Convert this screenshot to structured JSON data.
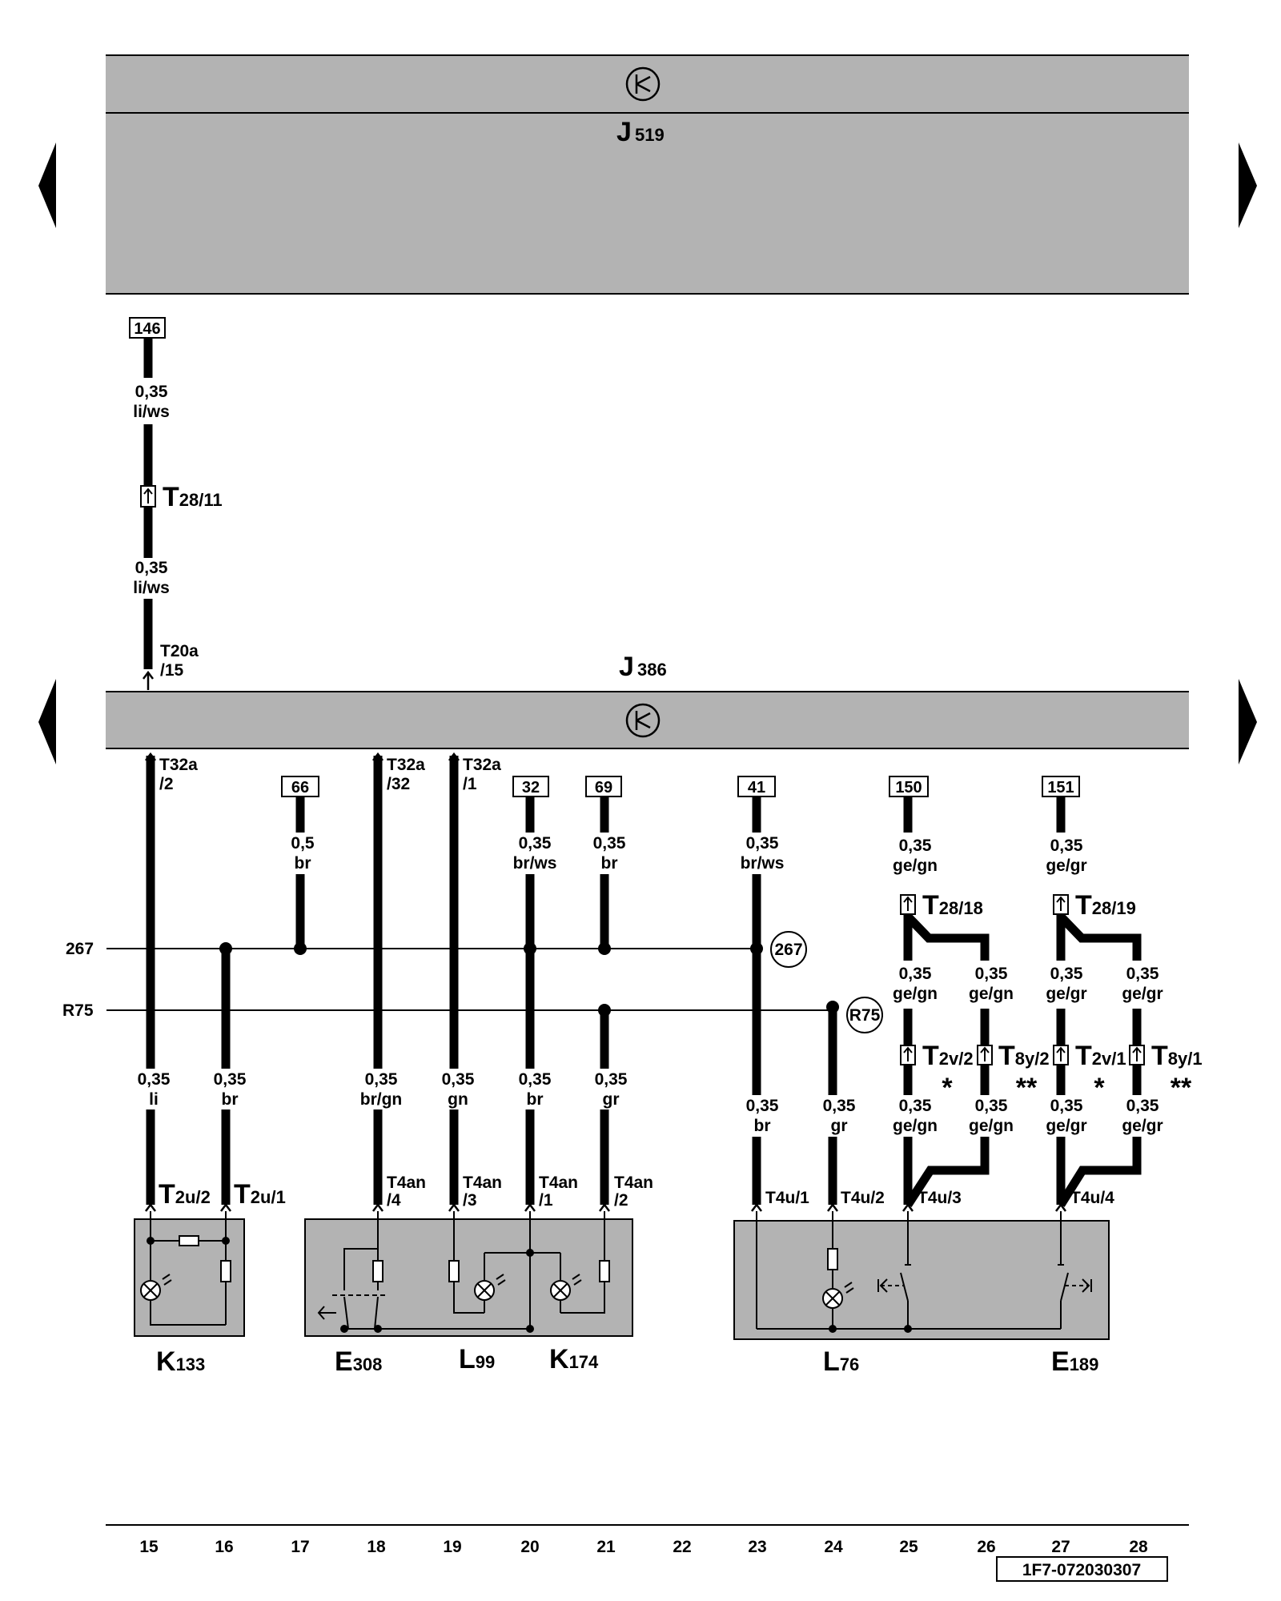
{
  "modules": {
    "j519": {
      "letter": "J",
      "number": "519"
    },
    "j386": {
      "letter": "J",
      "number": "386"
    }
  },
  "refs": [
    "146",
    "66",
    "32",
    "69",
    "41",
    "150",
    "151"
  ],
  "wire_labels": [
    {
      "size": "0,35",
      "color": "li/ws"
    },
    {
      "size": "0,35",
      "color": "li/ws"
    },
    {
      "size": "0,5",
      "color": "br"
    },
    {
      "size": "0,35",
      "color": "br/ws"
    },
    {
      "size": "0,35",
      "color": "br"
    },
    {
      "size": "0,35",
      "color": "br/ws"
    },
    {
      "size": "0,35",
      "color": "ge/gn"
    },
    {
      "size": "0,35",
      "color": "ge/gr"
    },
    {
      "size": "0,35",
      "color": "ge/gn"
    },
    {
      "size": "0,35",
      "color": "ge/gn"
    },
    {
      "size": "0,35",
      "color": "ge/gr"
    },
    {
      "size": "0,35",
      "color": "ge/gr"
    },
    {
      "size": "0,35",
      "color": "li"
    },
    {
      "size": "0,35",
      "color": "br"
    },
    {
      "size": "0,35",
      "color": "br/gn"
    },
    {
      "size": "0,35",
      "color": "gn"
    },
    {
      "size": "0,35",
      "color": "br"
    },
    {
      "size": "0,35",
      "color": "gr"
    },
    {
      "size": "0,35",
      "color": "br"
    },
    {
      "size": "0,35",
      "color": "gr"
    },
    {
      "size": "0,35",
      "color": "ge/gn"
    },
    {
      "size": "0,35",
      "color": "ge/gn"
    },
    {
      "size": "0,35",
      "color": "ge/gr"
    },
    {
      "size": "0,35",
      "color": "ge/gr"
    }
  ],
  "pins": [
    {
      "line1": "T20a",
      "line2": "/15"
    },
    {
      "line1": "T32a",
      "line2": "/2"
    },
    {
      "line1": "T32a",
      "line2": "/32"
    },
    {
      "line1": "T32a",
      "line2": "/1"
    },
    {
      "line1": "T4an",
      "line2": "/4"
    },
    {
      "line1": "T4an",
      "line2": "/3"
    },
    {
      "line1": "T4an",
      "line2": "/1"
    },
    {
      "line1": "T4an",
      "line2": "/2"
    }
  ],
  "small_pins": [
    "T4u/1",
    "T4u/2",
    "T4u/3",
    "T4u/4"
  ],
  "connectors": [
    {
      "letter": "T",
      "sub": "28/11"
    },
    {
      "letter": "T",
      "sub": "28/18"
    },
    {
      "letter": "T",
      "sub": "28/19"
    },
    {
      "letter": "T",
      "sub": "2v/2"
    },
    {
      "letter": "T",
      "sub": "8y/2"
    },
    {
      "letter": "T",
      "sub": "2v/1"
    },
    {
      "letter": "T",
      "sub": "8y/1"
    },
    {
      "letter": "T",
      "sub": "2u/2"
    },
    {
      "letter": "T",
      "sub": "2u/1"
    }
  ],
  "stars": [
    "*",
    "**",
    "*",
    "**"
  ],
  "buses": [
    {
      "label": "267",
      "circle": "267"
    },
    {
      "label": "R75",
      "circle": "R75"
    }
  ],
  "components": [
    {
      "letter": "K",
      "number": "133"
    },
    {
      "letter": "E",
      "number": "308"
    },
    {
      "letter": "L",
      "number": "99"
    },
    {
      "letter": "K",
      "number": "174"
    },
    {
      "letter": "L",
      "number": "76"
    },
    {
      "letter": "E",
      "number": "189"
    }
  ],
  "columns": [
    "15",
    "16",
    "17",
    "18",
    "19",
    "20",
    "21",
    "22",
    "23",
    "24",
    "25",
    "26",
    "27",
    "28"
  ],
  "drawing_id": "1F7-072030307",
  "colors": {
    "module_fill": "#b3b3b3",
    "wire": "#000000",
    "background": "#ffffff"
  }
}
